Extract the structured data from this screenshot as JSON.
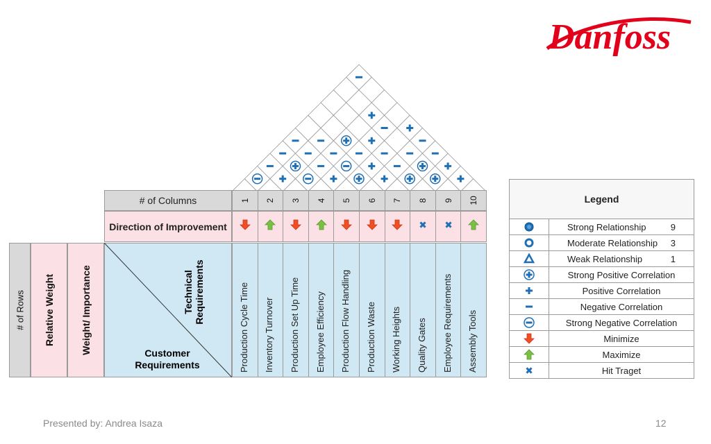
{
  "logo": {
    "text": "Danfoss",
    "color": "#e2001a"
  },
  "matrix": {
    "columns_label": "# of Columns",
    "direction_label": "Direction of Improvement",
    "rows_label": "# of Rows",
    "relative_weight_label": "Relative Weight",
    "weight_label": "Weight/ Importance",
    "technical_label_1": "Technical",
    "technical_label_2": "Requirements",
    "customer_label_1": "Customer",
    "customer_label_2": "Requirements",
    "column_numbers": [
      "1",
      "2",
      "3",
      "4",
      "5",
      "6",
      "7",
      "8",
      "9",
      "10"
    ],
    "directions": [
      "minimize",
      "maximize",
      "minimize",
      "maximize",
      "minimize",
      "minimize",
      "minimize",
      "target",
      "target",
      "maximize"
    ],
    "technical_requirements": [
      "Production Cycle Time",
      "Inventory Turnover",
      "Production Set Up Time",
      "Employee Efficiency",
      "Production Flow Handling",
      "Production Waste",
      "Working Heights",
      "Quality Gates",
      "Employee Requirements",
      "Assembly Tools"
    ],
    "roof": [
      {
        "i": 0,
        "j": 1,
        "s": "strong-neg"
      },
      {
        "i": 0,
        "j": 2,
        "s": "neg"
      },
      {
        "i": 0,
        "j": 3,
        "s": "neg"
      },
      {
        "i": 0,
        "j": 4,
        "s": "neg"
      },
      {
        "i": 1,
        "j": 2,
        "s": "pos"
      },
      {
        "i": 1,
        "j": 3,
        "s": "strong-pos"
      },
      {
        "i": 1,
        "j": 4,
        "s": "neg"
      },
      {
        "i": 1,
        "j": 5,
        "s": "neg"
      },
      {
        "i": 2,
        "j": 3,
        "s": "strong-neg"
      },
      {
        "i": 2,
        "j": 4,
        "s": "neg"
      },
      {
        "i": 2,
        "j": 5,
        "s": "neg"
      },
      {
        "i": 2,
        "j": 6,
        "s": "strong-pos"
      },
      {
        "i": 3,
        "j": 4,
        "s": "pos"
      },
      {
        "i": 3,
        "j": 5,
        "s": "strong-neg"
      },
      {
        "i": 3,
        "j": 6,
        "s": "neg"
      },
      {
        "i": 3,
        "j": 7,
        "s": "pos"
      },
      {
        "i": 3,
        "j": 8,
        "s": "neg"
      },
      {
        "i": 4,
        "j": 5,
        "s": "strong-pos"
      },
      {
        "i": 4,
        "j": 6,
        "s": "pos"
      },
      {
        "i": 4,
        "j": 7,
        "s": "neg"
      },
      {
        "i": 5,
        "j": 6,
        "s": "pos"
      },
      {
        "i": 5,
        "j": 7,
        "s": "neg"
      },
      {
        "i": 5,
        "j": 8,
        "s": "neg"
      },
      {
        "i": 6,
        "j": 7,
        "s": "strong-pos"
      },
      {
        "i": 6,
        "j": 8,
        "s": "strong-pos"
      },
      {
        "i": 6,
        "j": 9,
        "s": "neg"
      },
      {
        "i": 7,
        "j": 8,
        "s": "strong-pos"
      },
      {
        "i": 7,
        "j": 9,
        "s": "pos"
      },
      {
        "i": 8,
        "j": 9,
        "s": "pos"
      },
      {
        "i": 5,
        "j": 9,
        "s": "neg"
      },
      {
        "i": 4,
        "j": 9,
        "s": "pos"
      },
      {
        "i": 2,
        "j": 8,
        "s": "pos"
      },
      {
        "i": 0,
        "j": 9,
        "s": "neg"
      }
    ]
  },
  "legend": {
    "title": "Legend",
    "items": [
      {
        "icon": "strong-rel",
        "label": "Strong Relationship",
        "value": "9"
      },
      {
        "icon": "moderate-rel",
        "label": "Moderate Relationship",
        "value": "3"
      },
      {
        "icon": "weak-rel",
        "label": "Weak Relationship",
        "value": "1"
      },
      {
        "icon": "strong-pos",
        "label": "Strong Positive Correlation",
        "value": ""
      },
      {
        "icon": "pos",
        "label": "Positive Correlation",
        "value": ""
      },
      {
        "icon": "neg",
        "label": "Negative Correlation",
        "value": ""
      },
      {
        "icon": "strong-neg",
        "label": "Strong Negative Correlation",
        "value": ""
      },
      {
        "icon": "minimize",
        "label": "Minimize",
        "value": ""
      },
      {
        "icon": "maximize",
        "label": "Maximize",
        "value": ""
      },
      {
        "icon": "target",
        "label": "Hit Traget",
        "value": ""
      }
    ]
  },
  "footer": {
    "presenter": "Presented by: Andrea Isaza",
    "page": "12"
  },
  "colors": {
    "symbol_blue": "#1f6fb5",
    "arrow_red": "#f04e23",
    "arrow_green": "#7ac143",
    "pink": "#fbe0e6",
    "blue": "#cfe8f3",
    "gray": "#d9d9d9"
  }
}
